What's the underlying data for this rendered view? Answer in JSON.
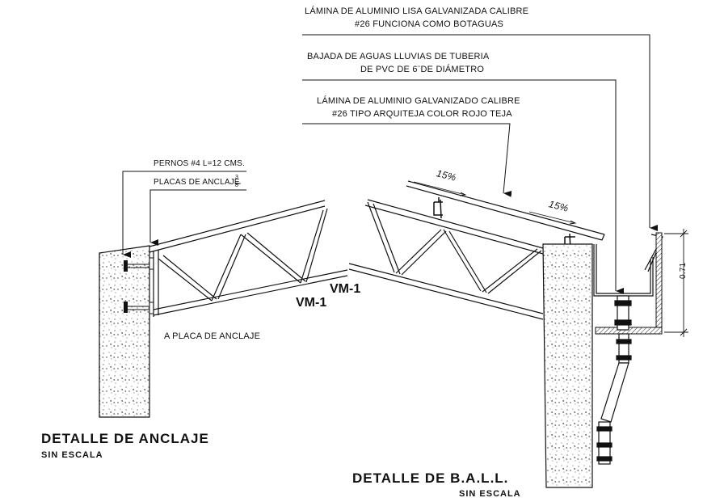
{
  "callouts": {
    "lamina_lisa_line1": "LÁMINA DE ALUMINIO LISA GALVANIZADA CALIBRE",
    "lamina_lisa_line2": "#26 FUNCIONA COMO BOTAGUAS",
    "bajada_line1": "BAJADA DE AGUAS LLUVIAS DE TUBERIA",
    "bajada_line2": "DE PVC DE 6¨DE DIÁMETRO",
    "arquiteja_line1": "LÁMINA DE ALUMINIO GALVANIZADO CALIBRE",
    "arquiteja_line2": "#26 TIPO ARQUITEJA COLOR ROJO TEJA",
    "pernos": "PERNOS #4   L=12 CMS.",
    "placas": "PLACAS DE ANCLAJE",
    "placas_fraction_num": "3",
    "placas_fraction_den": "8",
    "placa_anclaje": "A PLACA DE ANCLAJE"
  },
  "members": {
    "vm_left": "VM-1",
    "vm_right": "VM-1"
  },
  "slopes": {
    "slope_1": "15%",
    "slope_2": "15%"
  },
  "dimensions": {
    "height": "0.71"
  },
  "titles": {
    "anclaje_title": "DETALLE DE ANCLAJE",
    "anclaje_subtitle": "SIN ESCALA",
    "ball_title": "DETALLE DE B.A.L.L.",
    "ball_subtitle": "SIN ESCALA"
  }
}
